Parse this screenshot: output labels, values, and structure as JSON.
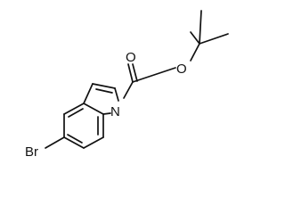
{
  "molecule": {
    "atoms": {
      "nitrogen": "N",
      "carbonyl_oxygen": "O",
      "ester_oxygen": "O",
      "bromine": "Br"
    }
  }
}
